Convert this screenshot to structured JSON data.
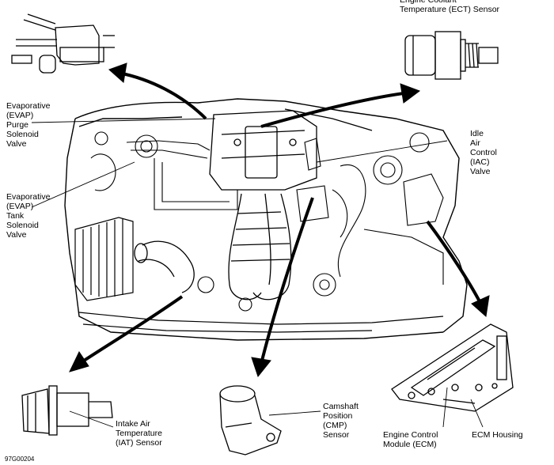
{
  "labels": {
    "ect": "Engine Coolant\nTemperature (ECT) Sensor",
    "evap_purge": "Evaporative\n(EVAP)\nPurge\nSolenoid\nValve",
    "evap_tank": "Evaporative\n(EVAP)\nTank\nSolenoid\nValve",
    "iac": "Idle\nAir\nControl\n(IAC)\nValve",
    "iat": "Intake Air\nTemperature\n(IAT) Sensor",
    "cmp": "Camshaft\nPosition\n(CMP)\nSensor",
    "ecm": "Engine Control\nModule (ECM)",
    "ecm_housing": "ECM Housing"
  },
  "figure_code": "97G00204"
}
